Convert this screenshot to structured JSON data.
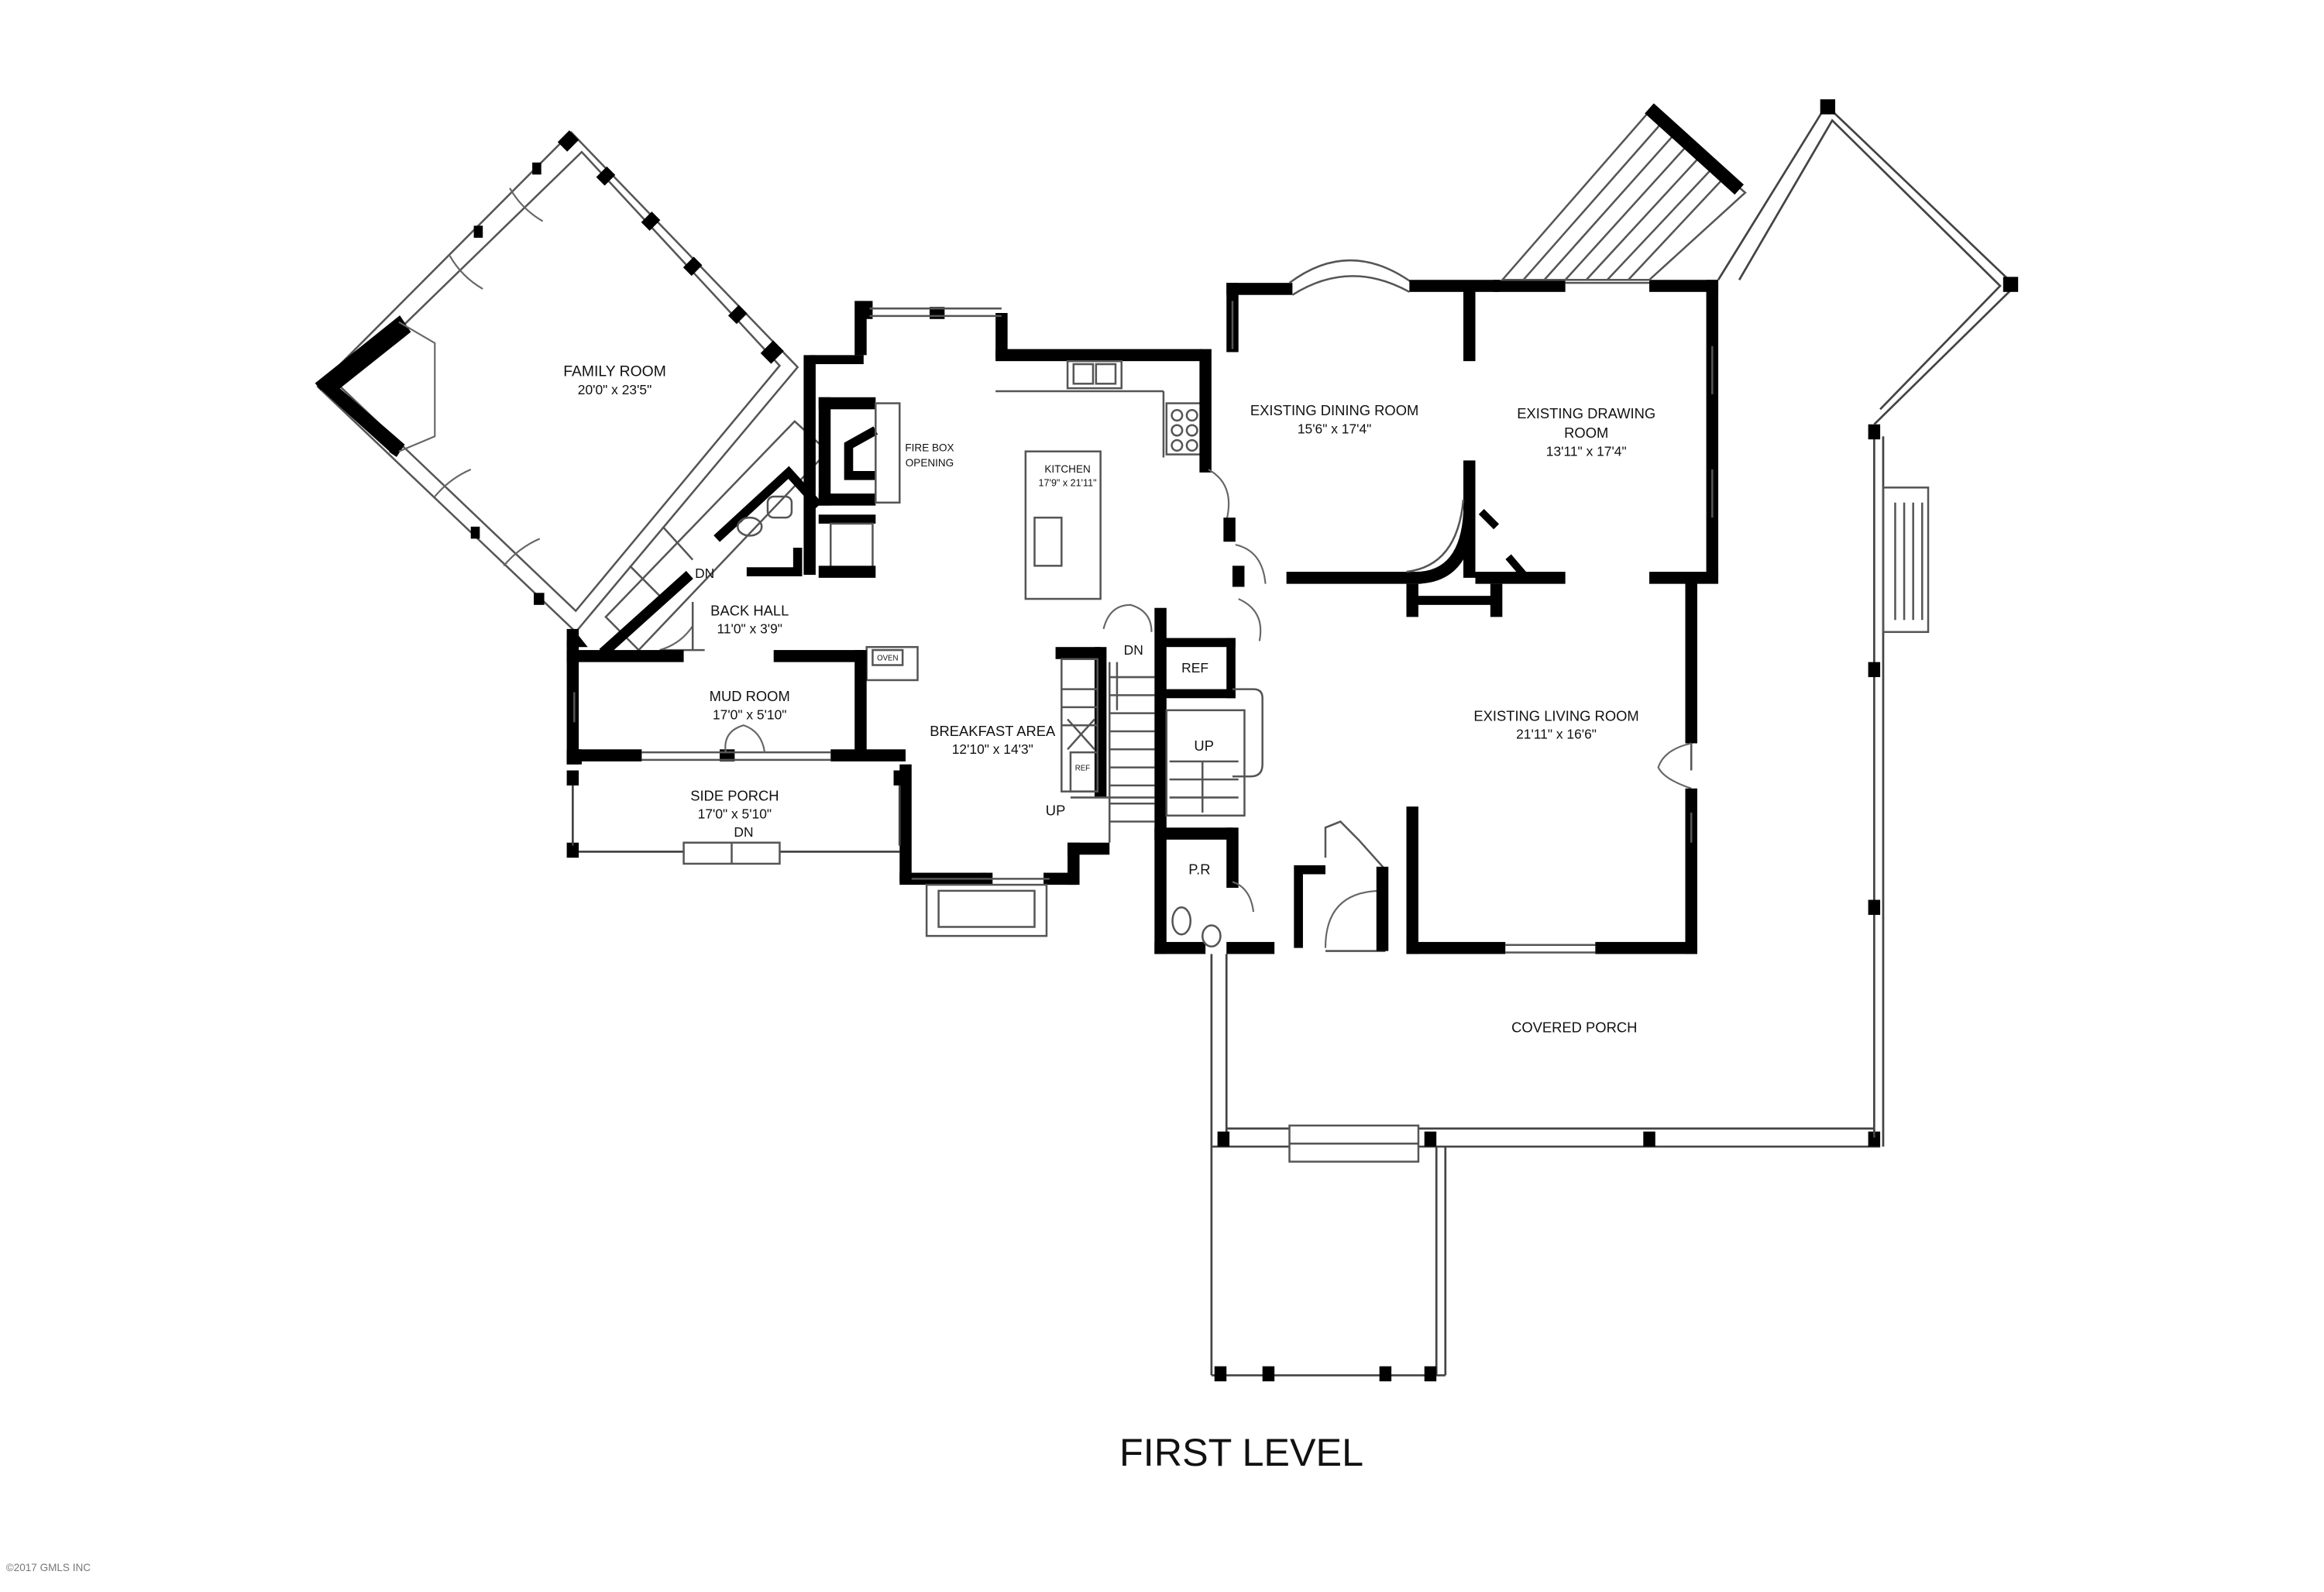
{
  "title": "FIRST LEVEL",
  "copyright": "©2017 GMLS INC",
  "rooms": {
    "family_room": {
      "name": "FAMILY ROOM",
      "dim": "20'0\" x 23'5\""
    },
    "back_hall": {
      "name": "BACK HALL",
      "dim": "11'0\" x 3'9\""
    },
    "mud_room": {
      "name": "MUD ROOM",
      "dim": "17'0\" x 5'10\""
    },
    "side_porch": {
      "name": "SIDE PORCH",
      "dim": "17'0\" x 5'10\""
    },
    "kitchen": {
      "name": "KITCHEN",
      "dim": "17'9\" x 21'11\""
    },
    "breakfast_area": {
      "name": "BREAKFAST AREA",
      "dim": "12'10\" x 14'3\""
    },
    "dining_room": {
      "name": "EXISTING DINING ROOM",
      "dim": "15'6\" x 17'4\""
    },
    "drawing_room": {
      "name_line1": "EXISTING DRAWING",
      "name_line2": "ROOM",
      "dim": "13'11\" x 17'4\""
    },
    "living_room": {
      "name": "EXISTING LIVING ROOM",
      "dim": "21'11\" x 16'6\""
    },
    "covered_porch": {
      "name": "COVERED PORCH"
    }
  },
  "labels": {
    "fire_box_line1": "FIRE BOX",
    "fire_box_line2": "OPENING",
    "dn_back_hall": "DN",
    "dn_side_porch": "DN",
    "dn_stair": "DN",
    "up_stair_main": "UP",
    "up_stair_kitchen": "UP",
    "ref_pantry": "REF",
    "ref_small": "REF",
    "oven": "OVEN",
    "powder_room": "P.R"
  }
}
